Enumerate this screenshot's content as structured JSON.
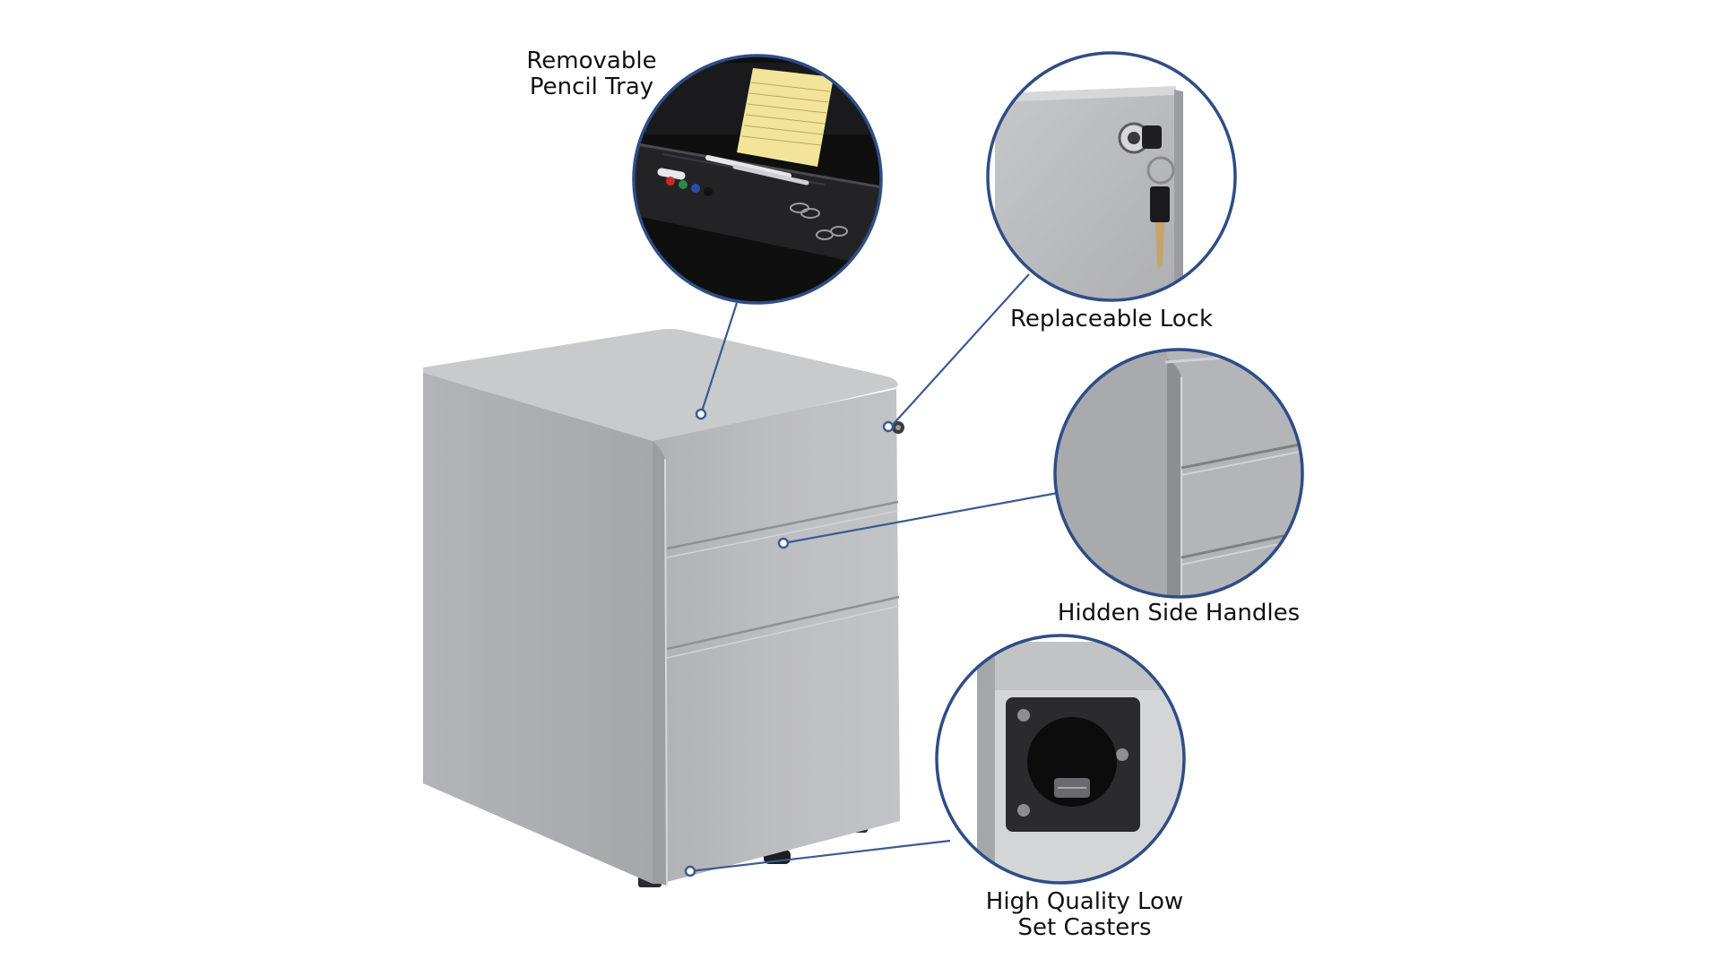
{
  "callouts": {
    "pencil_tray": {
      "line1": "Removable",
      "line2": "Pencil Tray"
    },
    "lock": {
      "text": "Replaceable Lock"
    },
    "handles": {
      "text": "Hidden Side Handles"
    },
    "casters": {
      "line1": "High Quality Low",
      "line2": "Set Casters"
    }
  },
  "colors": {
    "ring": "#2f4d86",
    "leader": "#3a5a92",
    "cabinet_front": "#b9babd",
    "cabinet_side": "#a9aaad",
    "cabinet_top": "#c9cacc",
    "seam": "#8f9094"
  }
}
